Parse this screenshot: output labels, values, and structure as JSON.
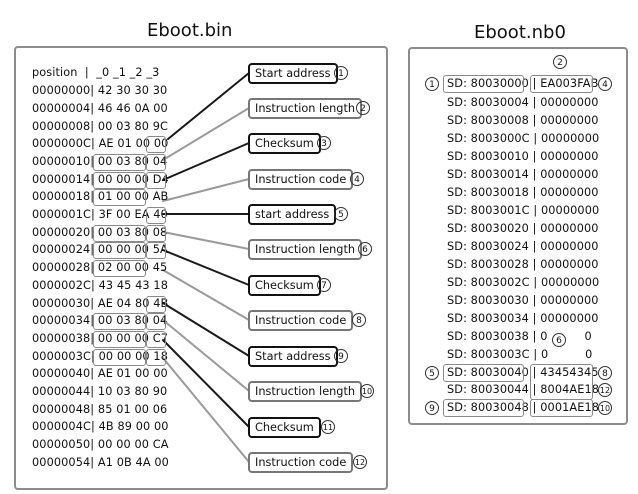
{
  "left": {
    "title": "Eboot.bin",
    "header": "position  |  _0 _1 _2 _3",
    "rows": [
      {
        "pos": "00000000|",
        "bytes": "42 30 30 30"
      },
      {
        "pos": "00000004|",
        "bytes": "46 46 0A 00"
      },
      {
        "pos": "00000008|",
        "bytes": "00 03 80 9C"
      },
      {
        "pos": "0000000C|",
        "bytes": "AE 01 00 00"
      },
      {
        "pos": "00000010|",
        "bytes": "00 03 80 04"
      },
      {
        "pos": "00000014|",
        "bytes": "00 00 00 D4"
      },
      {
        "pos": "00000018|",
        "bytes": "01 00 00 AB"
      },
      {
        "pos": "0000001C|",
        "bytes": "3F 00 EA 40"
      },
      {
        "pos": "00000020|",
        "bytes": "00 03 80 08"
      },
      {
        "pos": "00000024|",
        "bytes": "00 00 00 5A"
      },
      {
        "pos": "00000028|",
        "bytes": "02 00 00 45"
      },
      {
        "pos": "0000002C|",
        "bytes": "43 45 43 18"
      },
      {
        "pos": "00000030|",
        "bytes": "AE 04 80 4B"
      },
      {
        "pos": "00000034|",
        "bytes": "00 03 80 04"
      },
      {
        "pos": "00000038|",
        "bytes": "00 00 00 C7"
      },
      {
        "pos": "0000003C|",
        "bytes": "00 00 00 18"
      },
      {
        "pos": "00000040|",
        "bytes": "AE 01 00 00"
      },
      {
        "pos": "00000044|",
        "bytes": "10 03 80 90"
      },
      {
        "pos": "00000048|",
        "bytes": "85 01 00 06"
      },
      {
        "pos": "0000004C|",
        "bytes": "4B 89 00 00"
      },
      {
        "pos": "00000050|",
        "bytes": "00 00 00 CA"
      },
      {
        "pos": "00000054|",
        "bytes": "A1 0B 4A 00"
      }
    ],
    "labels": [
      {
        "text": "Start address",
        "num": "1"
      },
      {
        "text": "Instruction length",
        "num": "2"
      },
      {
        "text": "Checksum",
        "num": "3"
      },
      {
        "text": "Instruction code",
        "num": "4"
      },
      {
        "text": "start address",
        "num": "5"
      },
      {
        "text": "Instruction length",
        "num": "6"
      },
      {
        "text": "Checksum",
        "num": "7"
      },
      {
        "text": "Instruction code",
        "num": "8"
      },
      {
        "text": "Start address",
        "num": "9"
      },
      {
        "text": "Instruction length",
        "num": "10"
      },
      {
        "text": "Checksum",
        "num": "11"
      },
      {
        "text": "Instruction code",
        "num": "12"
      }
    ]
  },
  "right": {
    "title": "Eboot.nb0",
    "rows": [
      {
        "addr": "SD: 80030000",
        "val": "EA003FAB"
      },
      {
        "addr": "SD: 80030004",
        "val": "00000000"
      },
      {
        "addr": "SD: 80030008",
        "val": "00000000"
      },
      {
        "addr": "SD: 8003000C",
        "val": "00000000"
      },
      {
        "addr": "SD: 80030010",
        "val": "00000000"
      },
      {
        "addr": "SD: 80030014",
        "val": "00000000"
      },
      {
        "addr": "SD: 80030018",
        "val": "00000000"
      },
      {
        "addr": "SD: 8003001C",
        "val": "00000000"
      },
      {
        "addr": "SD: 80030020",
        "val": "00000000"
      },
      {
        "addr": "SD: 80030024",
        "val": "00000000"
      },
      {
        "addr": "SD: 80030028",
        "val": "00000000"
      },
      {
        "addr": "SD: 8003002C",
        "val": "00000000"
      },
      {
        "addr": "SD: 80030030",
        "val": "00000000"
      },
      {
        "addr": "SD: 80030034",
        "val": "00000000"
      },
      {
        "addr": "SD: 80030038",
        "val": "0          0"
      },
      {
        "addr": "SD: 8003003C",
        "val": "0          0"
      },
      {
        "addr": "SD: 80030040",
        "val": "43454345"
      },
      {
        "addr": "SD: 80030044",
        "val": "8004AE18"
      },
      {
        "addr": "SD: 80030048",
        "val": "0001AE18"
      }
    ],
    "markers": {
      "top": "2",
      "first": "1",
      "first_val": "4",
      "mid": "6",
      "r40": "5",
      "r40_val": "8",
      "r44_val": "12",
      "r48": "9",
      "r48_val": "10"
    }
  }
}
